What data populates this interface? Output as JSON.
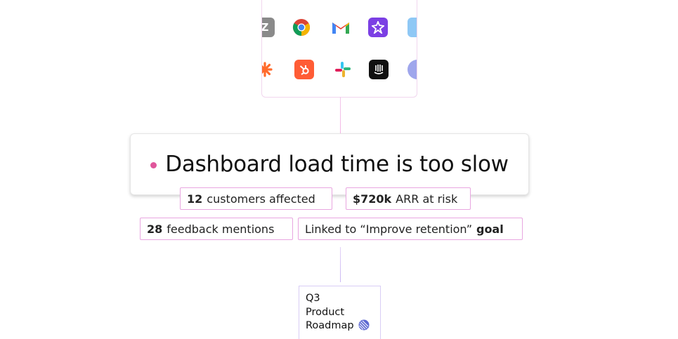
{
  "integrations": {
    "row1": [
      "zendesk-icon",
      "chrome-icon",
      "gmail-icon",
      "pendo-icon",
      "intercom-icon-partial"
    ],
    "row2": [
      "zapier-icon",
      "hubspot-icon",
      "slack-icon",
      "intercom-icon",
      "productboard-icon-partial"
    ]
  },
  "insight": {
    "title": "Dashboard load time is too slow",
    "bullet_color": "#e0569b"
  },
  "tags": {
    "customers_count": "12",
    "customers_label": "customers affected",
    "arr_value": "$720k",
    "arr_label": "ARR at risk",
    "mentions_count": "28",
    "mentions_label": "feedback mentions",
    "goal_prefix": "Linked to “Improve retention”",
    "goal_suffix": "goal"
  },
  "roadmap": {
    "line1": "Q3",
    "line2": "Product",
    "line3": "Roadmap"
  },
  "colors": {
    "tag_border": "#e8a6e0",
    "hubspot": "#ff5c35",
    "pendo": "#7b3fe4"
  }
}
